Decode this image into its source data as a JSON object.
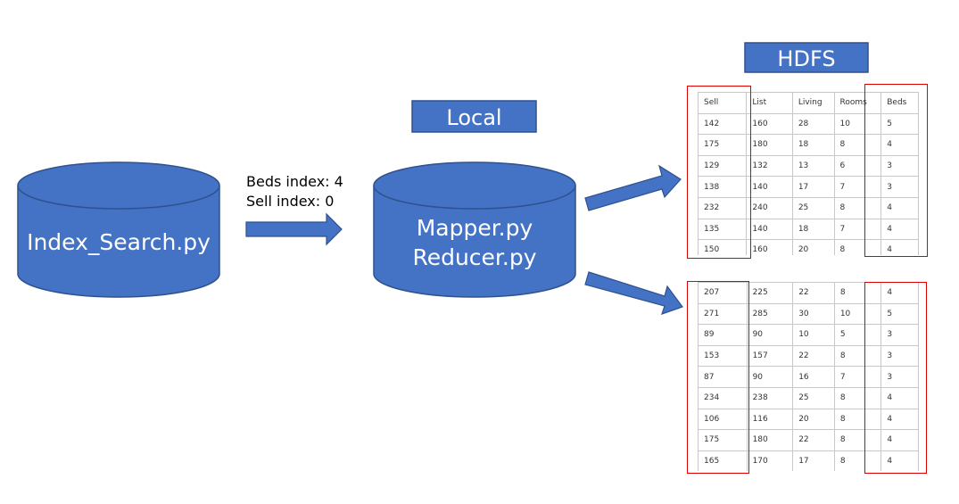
{
  "nodes": {
    "index_search": {
      "label": "Index_Search.py"
    },
    "mapper_reducer": {
      "line1": "Mapper.py",
      "line2": "Reducer.py"
    }
  },
  "labels": {
    "local": "Local",
    "hdfs": "HDFS"
  },
  "annotation": {
    "beds_index": "Beds index: 4",
    "sell_index": "Sell index: 0"
  },
  "colors": {
    "shape_fill": "#4472C4",
    "shape_stroke": "#2F528F",
    "highlight": "#E00000"
  },
  "tables": {
    "top": {
      "header": [
        "Sell",
        "List",
        "Living",
        "Rooms",
        "Beds"
      ],
      "rows": [
        [
          "142",
          "160",
          "28",
          "10",
          "5"
        ],
        [
          "175",
          "180",
          "18",
          "8",
          "4"
        ],
        [
          "129",
          "132",
          "13",
          "6",
          "3"
        ],
        [
          "138",
          "140",
          "17",
          "7",
          "3"
        ],
        [
          "232",
          "240",
          "25",
          "8",
          "4"
        ],
        [
          "135",
          "140",
          "18",
          "7",
          "4"
        ],
        [
          "150",
          "160",
          "20",
          "8",
          "4"
        ]
      ]
    },
    "bottom": {
      "rows": [
        [
          "207",
          "225",
          "22",
          "8",
          "4"
        ],
        [
          "271",
          "285",
          "30",
          "10",
          "5"
        ],
        [
          "89",
          "90",
          "10",
          "5",
          "3"
        ],
        [
          "153",
          "157",
          "22",
          "8",
          "3"
        ],
        [
          "87",
          "90",
          "16",
          "7",
          "3"
        ],
        [
          "234",
          "238",
          "25",
          "8",
          "4"
        ],
        [
          "106",
          "116",
          "20",
          "8",
          "4"
        ],
        [
          "175",
          "180",
          "22",
          "8",
          "4"
        ],
        [
          "165",
          "170",
          "17",
          "8",
          "4"
        ]
      ]
    }
  }
}
